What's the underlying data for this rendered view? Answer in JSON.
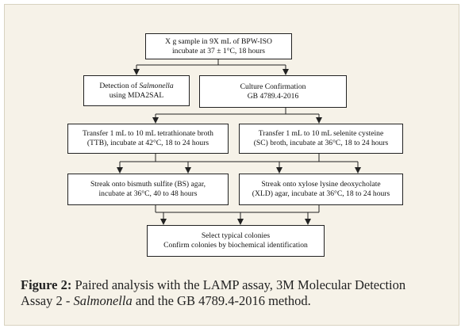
{
  "boxes": {
    "sample": {
      "line1": "X g sample in 9X mL of BPW-ISO",
      "line2": "incubate at 37 ± 1°C, 18 hours"
    },
    "detection": {
      "line1_pre": "Detection of ",
      "line1_ital": "Salmonella",
      "line2": "using MDA2SAL"
    },
    "culture": {
      "line1": "Culture Confirmation",
      "line2": "GB 4789.4-2016"
    },
    "ttb": {
      "line1": "Transfer 1 mL to 10 mL tetrathionate broth",
      "line2": "(TTB), incubate at 42°C, 18 to 24 hours"
    },
    "sc": {
      "line1": "Transfer 1 mL to 10 mL selenite cysteine",
      "line2": "(SC) broth, incubate at 36°C, 18 to 24 hours"
    },
    "bs": {
      "line1": "Streak onto bismuth sulfite (BS) agar,",
      "line2": "incubate at 36°C, 40 to 48 hours"
    },
    "xld": {
      "line1": "Streak onto xylose lysine deoxycholate",
      "line2": "(XLD) agar, incubate at 36°C, 18 to 24 hours"
    },
    "select": {
      "line1": "Select typical colonies",
      "line2": "Confirm colonies by biochemical identification"
    }
  },
  "caption": {
    "label": "Figure 2:",
    "text1": " Paired analysis with the LAMP assay, 3M Molecular Detection",
    "text2_pre": "Assay 2 - ",
    "text2_ital": "Salmonella",
    "text2_post": " and the GB 4789.4-2016 method."
  },
  "colors": {
    "panel": "#f6f2e8",
    "box_border": "#222222",
    "arrow": "#222222"
  }
}
